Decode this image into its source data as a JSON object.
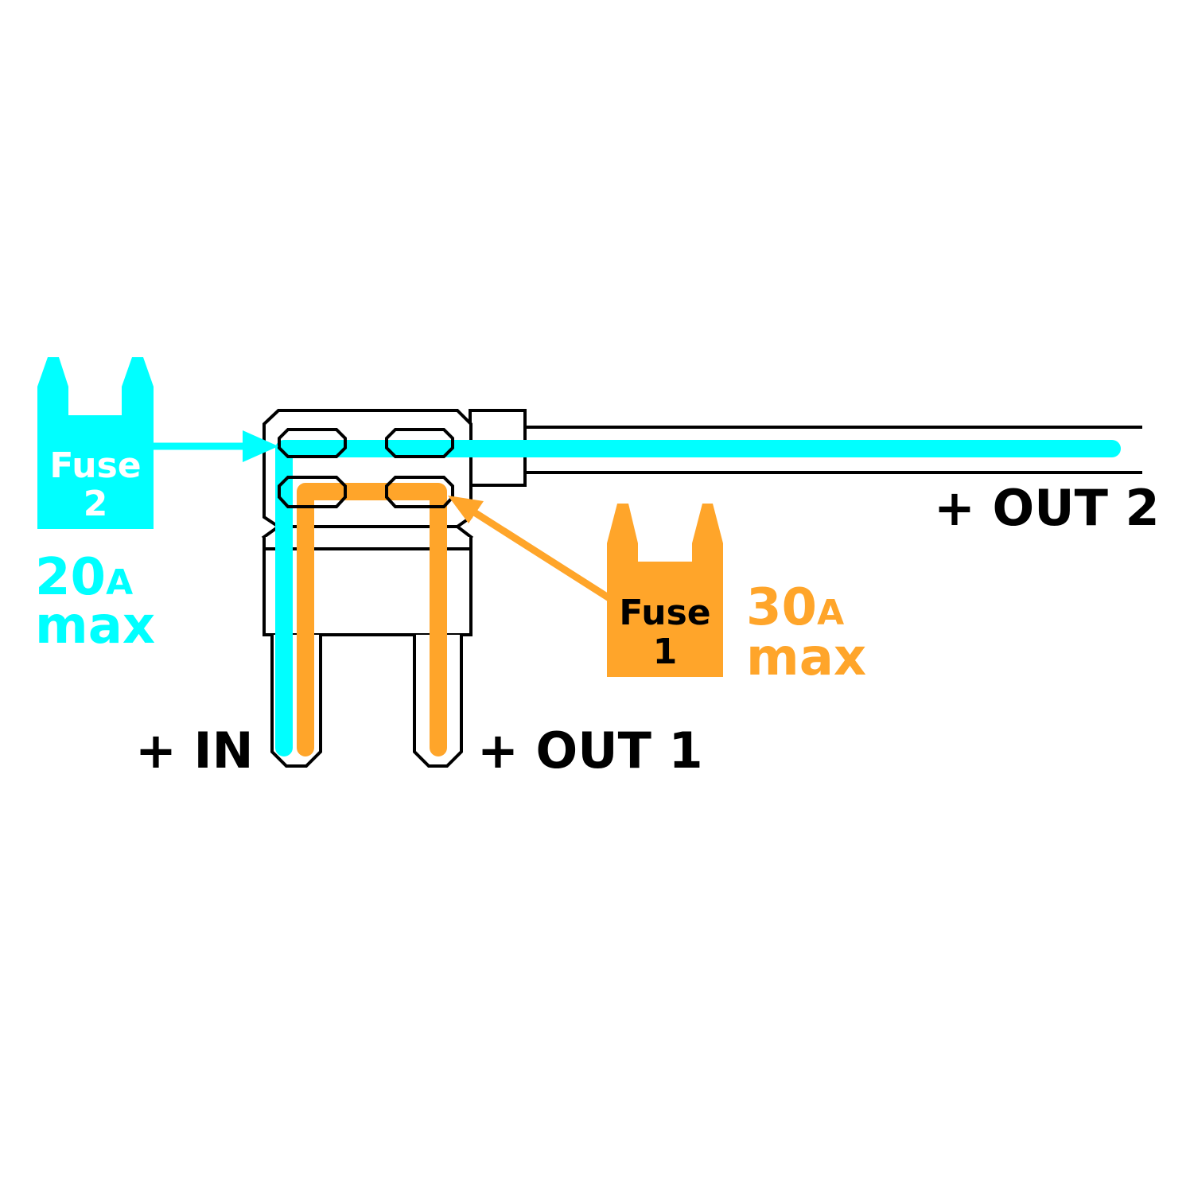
{
  "colors": {
    "fuse2": "#00ffff",
    "fuse1": "#ffa52a",
    "outline": "#000000",
    "background": "#ffffff",
    "label": "#000000"
  },
  "fuse2": {
    "name_line1": "Fuse",
    "name_line2": "2",
    "rating_value": "20",
    "rating_unit": "A",
    "rating_max": "max"
  },
  "fuse1": {
    "name_line1": "Fuse",
    "name_line2": "1",
    "rating_value": "30",
    "rating_unit": "A",
    "rating_max": "max"
  },
  "labels": {
    "in": "+ IN",
    "out1": "+ OUT 1",
    "out2": "+ OUT 2"
  }
}
